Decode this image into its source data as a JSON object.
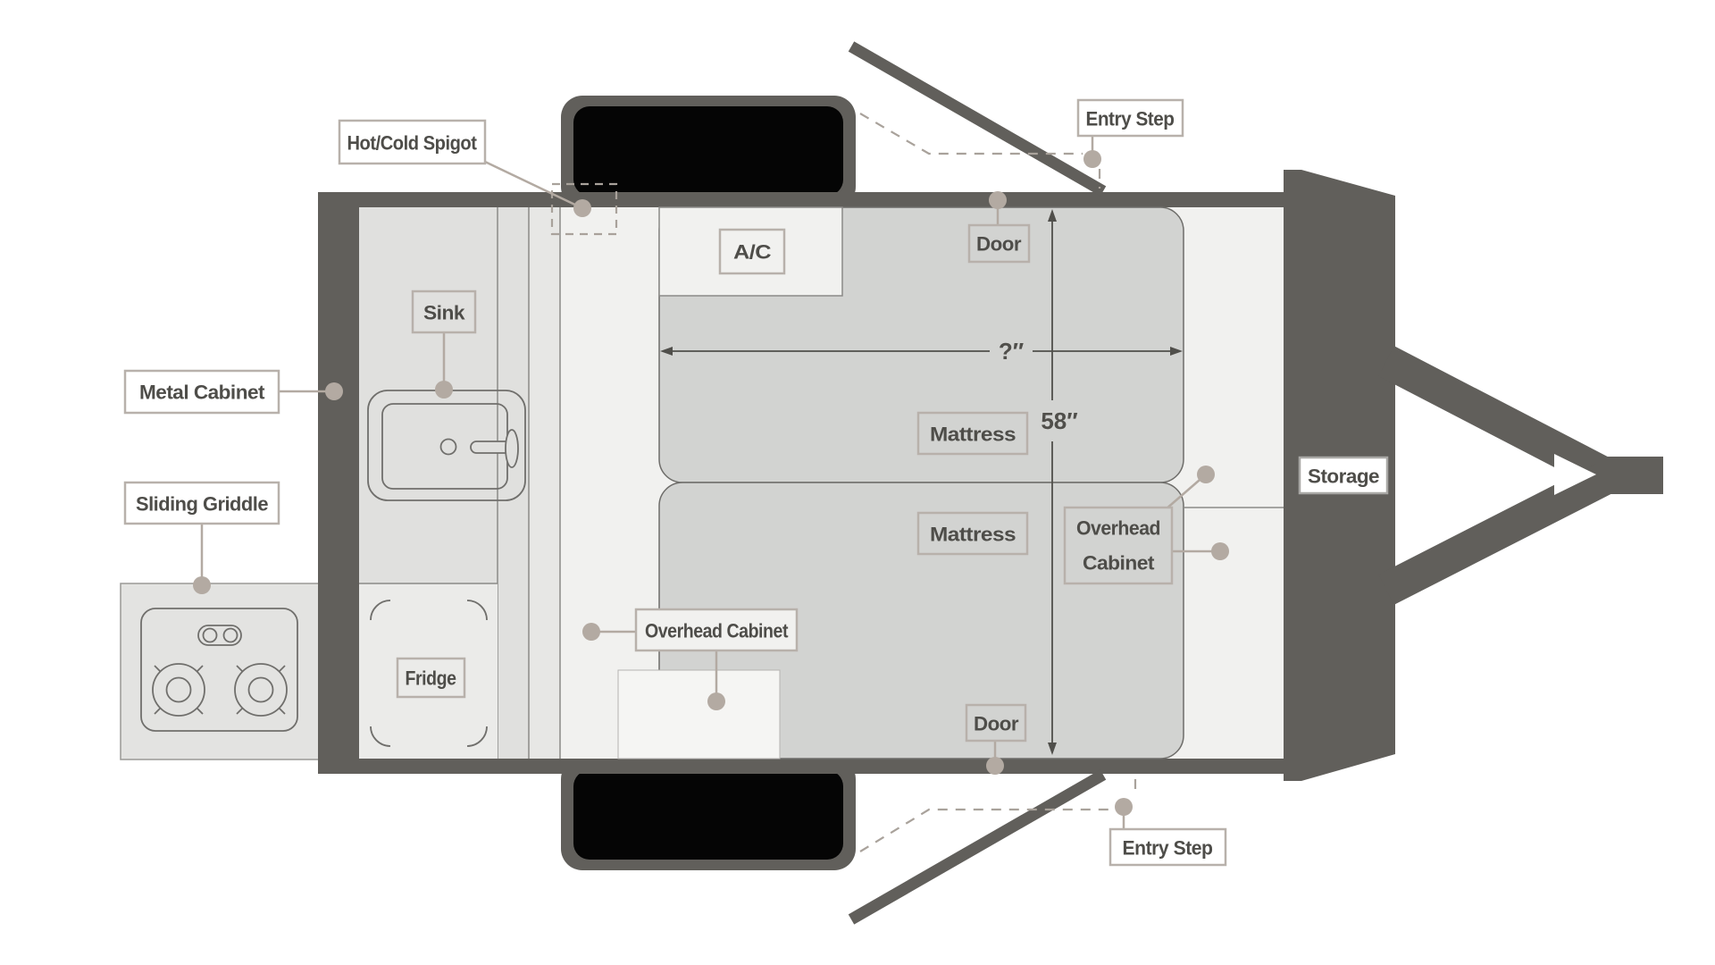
{
  "colors": {
    "bg": "#ffffff",
    "wall": "#615f5b",
    "tire": "#050505",
    "mattress": "#d2d3d1",
    "counter": "#e0e0de",
    "counter2": "#e7e7e5",
    "aisle": "#f1f1ef",
    "fridge": "#ebebe9",
    "griddle": "#e3e3e1",
    "cabinetbox": "#f5f5f3",
    "labelbg": "#ffffff",
    "labelborder": "#b8b1ab",
    "labeltext": "#4e4d49",
    "connector": "#b3aaa2",
    "thinline": "#8b8a87",
    "outline": "#706f6c",
    "dash": "#a9a29b",
    "dim": "#504f4b"
  },
  "labels": {
    "hot_cold_spigot": "Hot/Cold Spigot",
    "entry_step_top": "Entry Step",
    "entry_step_bottom": "Entry Step",
    "door_top": "Door",
    "door_bottom": "Door",
    "ac": "A/C",
    "sink": "Sink",
    "metal_cabinet": "Metal Cabinet",
    "sliding_griddle": "Sliding Griddle",
    "mattress_top": "Mattress",
    "mattress_bottom": "Mattress",
    "fridge": "Fridge",
    "overhead_cabinet_center": "Overhead Cabinet",
    "overhead_cabinet_right_line1": "Overhead",
    "overhead_cabinet_right_line2": "Cabinet",
    "storage": "Storage"
  },
  "dimensions": {
    "mattress_length": "?″",
    "interior_width": "58″"
  }
}
